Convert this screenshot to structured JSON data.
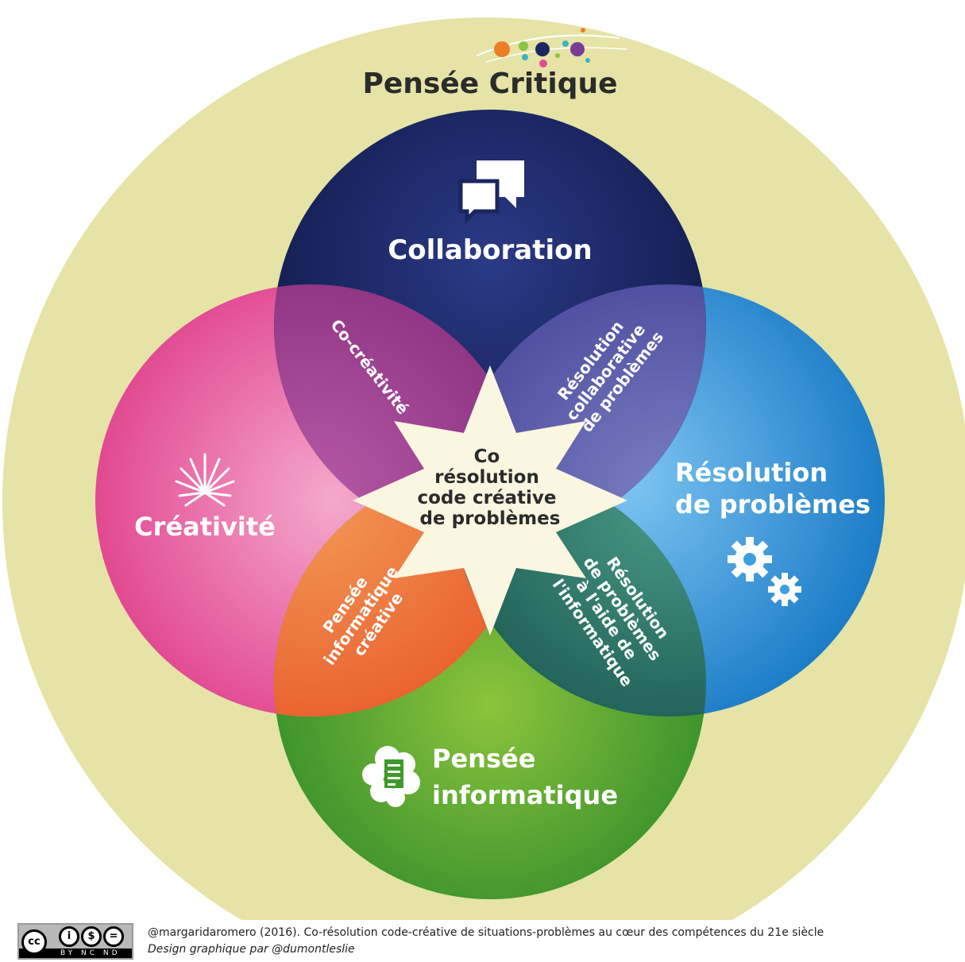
{
  "outer": {
    "title": "Pensée Critique"
  },
  "circles": {
    "top": {
      "label": "Collaboration"
    },
    "left": {
      "label": "Créativité"
    },
    "right": {
      "line1": "Résolution",
      "line2": "de problèmes"
    },
    "bottom": {
      "line1": "Pensée",
      "line2": "informatique"
    }
  },
  "overlaps": {
    "top_left": "Co-créativité",
    "top_right": [
      "Résolution",
      "collaborative",
      "de problèmes"
    ],
    "bottom_left": [
      "Pensée",
      "informatique",
      "créative"
    ],
    "bottom_right": [
      "Résolution",
      "de problèmes",
      "à l'aide de",
      "l'informatique"
    ]
  },
  "center": [
    "Co",
    "résolution",
    "code créative",
    "de problèmes"
  ],
  "footer": {
    "license_badge": "BY NC ND",
    "credit": "@margaridaromero (2016). Co-résolution code-créative de situations-problèmes au cœur des compétences du 21e siècle",
    "design": "Design graphique par @dumontleslie"
  },
  "colors": {
    "outer": "#e6e3a6",
    "top": "#1b2660",
    "left": "#e14b94",
    "right": "#1b87d2",
    "bottom": "#3d9a2a",
    "center": "#fbf6df"
  },
  "icons": [
    "chat-bubbles-icon",
    "starburst-icon",
    "gears-icon",
    "brain-document-icon",
    "dots-logo-icon"
  ]
}
